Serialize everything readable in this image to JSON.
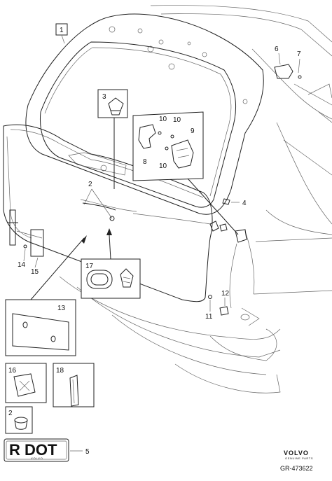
{
  "callouts": {
    "c1": "1",
    "c2": "2",
    "c3": "3",
    "c4": "4",
    "c5": "5",
    "c6": "6",
    "c7": "7",
    "c8": "8",
    "c9": "9",
    "c10a": "10",
    "c10b": "10",
    "c10c": "10",
    "c11": "11",
    "c12": "12",
    "c13": "13",
    "c14": "14",
    "c15": "15",
    "c16": "16",
    "c17": "17",
    "c18": "18",
    "c2b": "2"
  },
  "plate": {
    "text": "R DOT",
    "brand": "VOLVO"
  },
  "footer": {
    "brand": "VOLVO",
    "brand_sub": "GENUINE PARTS",
    "reference": "GR-473622"
  },
  "icons": {
    "vehicle": "car-rear-outline",
    "tailgate": "tailgate-panel",
    "part": "part-illustration"
  }
}
